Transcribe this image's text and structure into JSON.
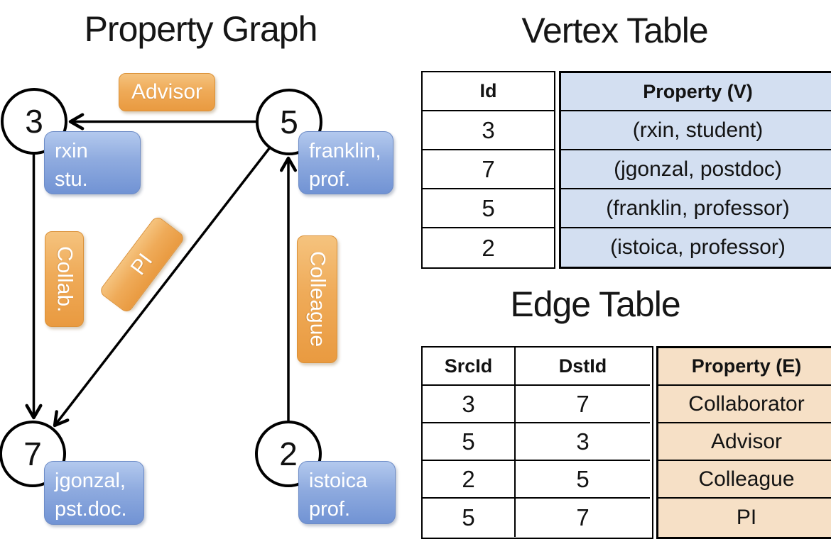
{
  "graph": {
    "title": "Property Graph",
    "nodes": [
      {
        "label": "3"
      },
      {
        "label": "5"
      },
      {
        "label": "7"
      },
      {
        "label": "2"
      }
    ],
    "vertex_labels": [
      {
        "line1": "rxin",
        "line2": "stu."
      },
      {
        "line1": "franklin,",
        "line2": "prof."
      },
      {
        "line1": "jgonzal,",
        "line2": "pst.doc."
      },
      {
        "line1": "istoica",
        "line2": "prof."
      }
    ],
    "edge_labels": {
      "advisor": "Advisor",
      "collab": "Collab.",
      "pi": "PI",
      "colleague": "Colleague"
    }
  },
  "vertex_table": {
    "title": "Vertex Table",
    "id_header": "Id",
    "property_header": "Property (V)",
    "rows": [
      {
        "id": "3",
        "property": "(rxin, student)"
      },
      {
        "id": "7",
        "property": "(jgonzal, postdoc)"
      },
      {
        "id": "5",
        "property": "(franklin, professor)"
      },
      {
        "id": "2",
        "property": "(istoica, professor)"
      }
    ]
  },
  "edge_table": {
    "title": "Edge Table",
    "src_header": "SrcId",
    "dst_header": "DstId",
    "property_header": "Property (E)",
    "rows": [
      {
        "src": "3",
        "dst": "7",
        "property": "Collaborator"
      },
      {
        "src": "5",
        "dst": "3",
        "property": "Advisor"
      },
      {
        "src": "2",
        "dst": "5",
        "property": "Colleague"
      },
      {
        "src": "5",
        "dst": "7",
        "property": "PI"
      }
    ]
  },
  "colors": {
    "edge_label_fill": "#ef9f43",
    "vertex_label_fill": "#7e9ed9",
    "vertex_table_cell": "#d3dff1",
    "edge_table_cell": "#f6e0c6",
    "stroke": "#000000"
  }
}
